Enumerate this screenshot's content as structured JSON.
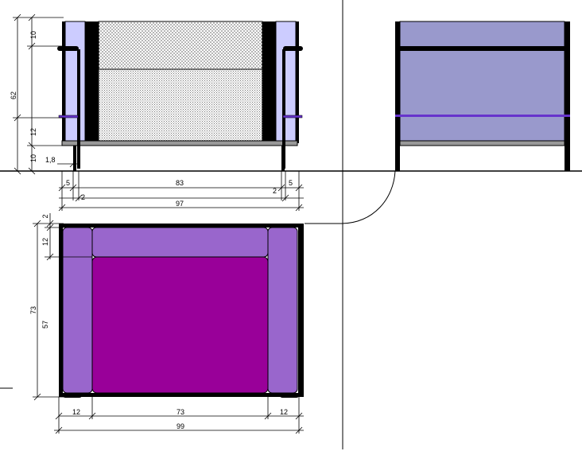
{
  "colors": {
    "background": "#ffffff",
    "frame": "#000000",
    "lavender": "#ccccff",
    "slate_violet": "#9999cc",
    "purple": "#9966cc",
    "magenta": "#990099",
    "gray_base": "#999999",
    "rod_violet": "#6633cc"
  },
  "front_view": {
    "dims": {
      "top_cushion": "10",
      "full_height": "62",
      "arm_pad": "12",
      "leg": "10",
      "leg_offset": "1,8",
      "side_a": "5",
      "side_b": "2",
      "inner_width": "83",
      "side_c": "2",
      "side_d": "5",
      "total_width": "97"
    }
  },
  "plan_view": {
    "dims": {
      "frame": "2",
      "back": "12",
      "depth_total": "73",
      "seat_depth": "57",
      "arm_left": "12",
      "seat_width": "73",
      "arm_right": "12",
      "total_width": "99"
    }
  }
}
